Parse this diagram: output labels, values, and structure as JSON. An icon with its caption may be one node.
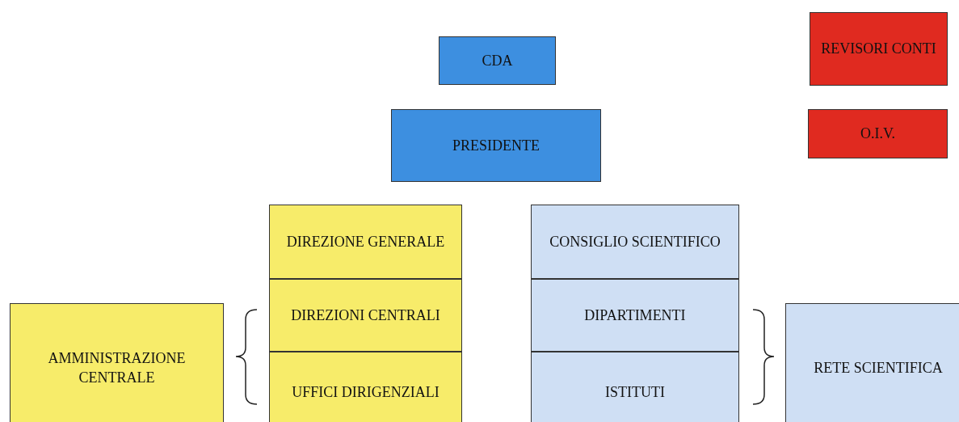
{
  "diagram": {
    "nodes": [
      {
        "text": [
          "CDA"
        ]
      },
      {
        "text": [
          "REVISORI CONTI"
        ]
      },
      {
        "text": [
          "PRESIDENTE"
        ]
      },
      {
        "text": [
          "O.I.V."
        ]
      },
      {
        "text": [
          "DIREZIONE GENERALE"
        ]
      },
      {
        "text": [
          "CONSIGLIO SCIENTIFICO"
        ]
      },
      {
        "text": [
          "DIREZIONI CENTRALI"
        ]
      },
      {
        "text": [
          "DIPARTIMENTI"
        ]
      },
      {
        "text": [
          "AMMINISTRAZIONE CENTRALE"
        ]
      },
      {
        "text": [
          "UFFICI DIRIGENZIALI"
        ]
      },
      {
        "text": [
          "ISTITUTI"
        ]
      },
      {
        "text": [
          "RETE SCIENTIFICA"
        ]
      }
    ]
  }
}
